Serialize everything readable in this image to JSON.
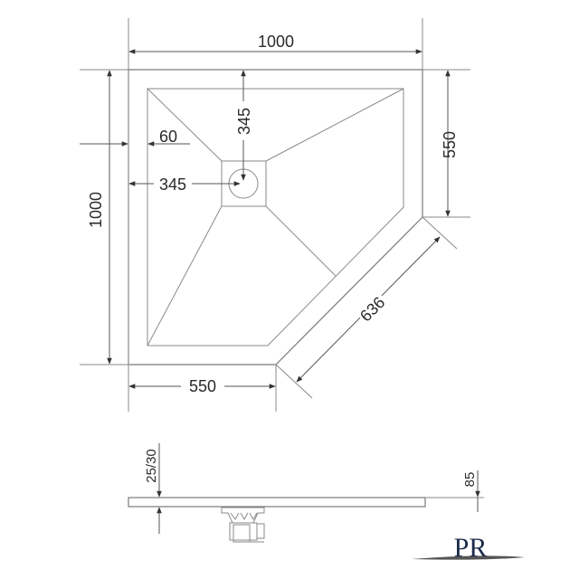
{
  "diagram": {
    "type": "technical-drawing",
    "subject": "pentagonal shower tray",
    "top_view": {
      "dimensions": {
        "overall_width": "1000",
        "overall_depth": "1000",
        "right_side": "550",
        "bottom_side": "550",
        "diagonal": "636",
        "rim_width": "60",
        "drain_offset_x": "345",
        "drain_offset_y": "345"
      }
    },
    "side_view": {
      "dimensions": {
        "thickness": "25/30",
        "drain_height": "85"
      }
    },
    "logo": {
      "text": "PR"
    }
  }
}
